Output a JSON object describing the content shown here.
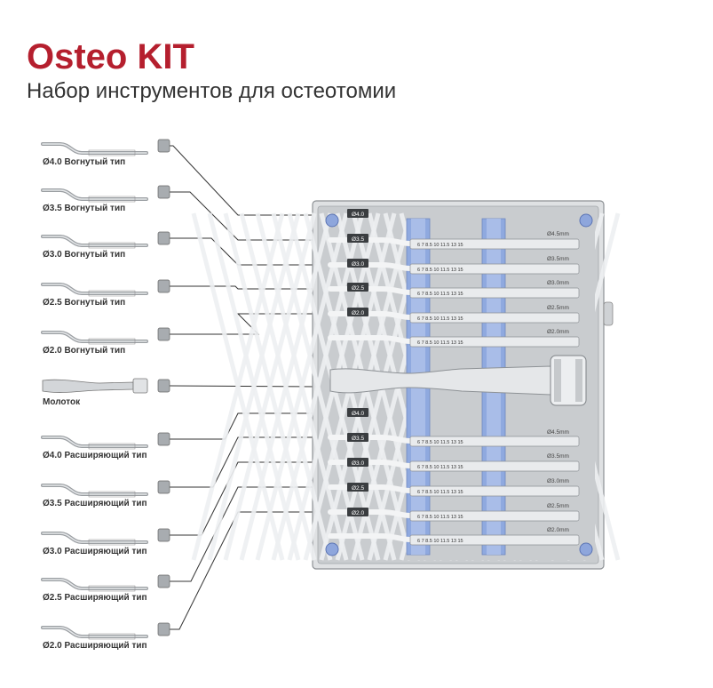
{
  "header": {
    "title": "Osteo KIT",
    "subtitle": "Набор инструментов для остеотомии"
  },
  "colors": {
    "title": "#b51f2e",
    "leader_line": "#333333",
    "tray_silver": "#c9cccf",
    "holder_blue": "#8fa9df"
  },
  "instruments": [
    {
      "label": "Ø4.0 Вогнутый тип",
      "icon": "concave-osteotome-icon"
    },
    {
      "label": "Ø3.5 Вогнутый тип",
      "icon": "concave-osteotome-icon"
    },
    {
      "label": "Ø3.0 Вогнутый тип",
      "icon": "concave-osteotome-icon"
    },
    {
      "label": "Ø2.5 Вогнутый тип",
      "icon": "concave-osteotome-icon"
    },
    {
      "label": "Ø2.0 Вогнутый тип",
      "icon": "concave-osteotome-icon"
    },
    {
      "label": "Молоток",
      "icon": "mallet-icon"
    },
    {
      "label": "Ø4.0 Расширяющий тип",
      "icon": "expanding-osteotome-icon"
    },
    {
      "label": "Ø3.5 Расширяющий тип",
      "icon": "expanding-osteotome-icon"
    },
    {
      "label": "Ø3.0 Расширяющий тип",
      "icon": "expanding-osteotome-icon"
    },
    {
      "label": "Ø2.5 Расширяющий тип",
      "icon": "expanding-osteotome-icon"
    },
    {
      "label": "Ø2.0 Расширяющий тип",
      "icon": "expanding-osteotome-icon"
    }
  ],
  "tray": {
    "slot_tags": [
      "Ø4.0",
      "Ø3.5",
      "Ø3.0",
      "Ø2.5",
      "Ø2.0",
      "Ø4.0",
      "Ø3.5",
      "Ø3.0",
      "Ø2.5",
      "Ø2.0"
    ],
    "depth_marks": "6  7  8.5  10  11.5  13  15",
    "size_labels": [
      "Ø4.5mm",
      "Ø3.5mm",
      "Ø3.0mm",
      "Ø2.5mm",
      "Ø2.0mm",
      "Ø4.5mm",
      "Ø3.5mm",
      "Ø3.0mm",
      "Ø2.5mm",
      "Ø2.0mm"
    ]
  }
}
